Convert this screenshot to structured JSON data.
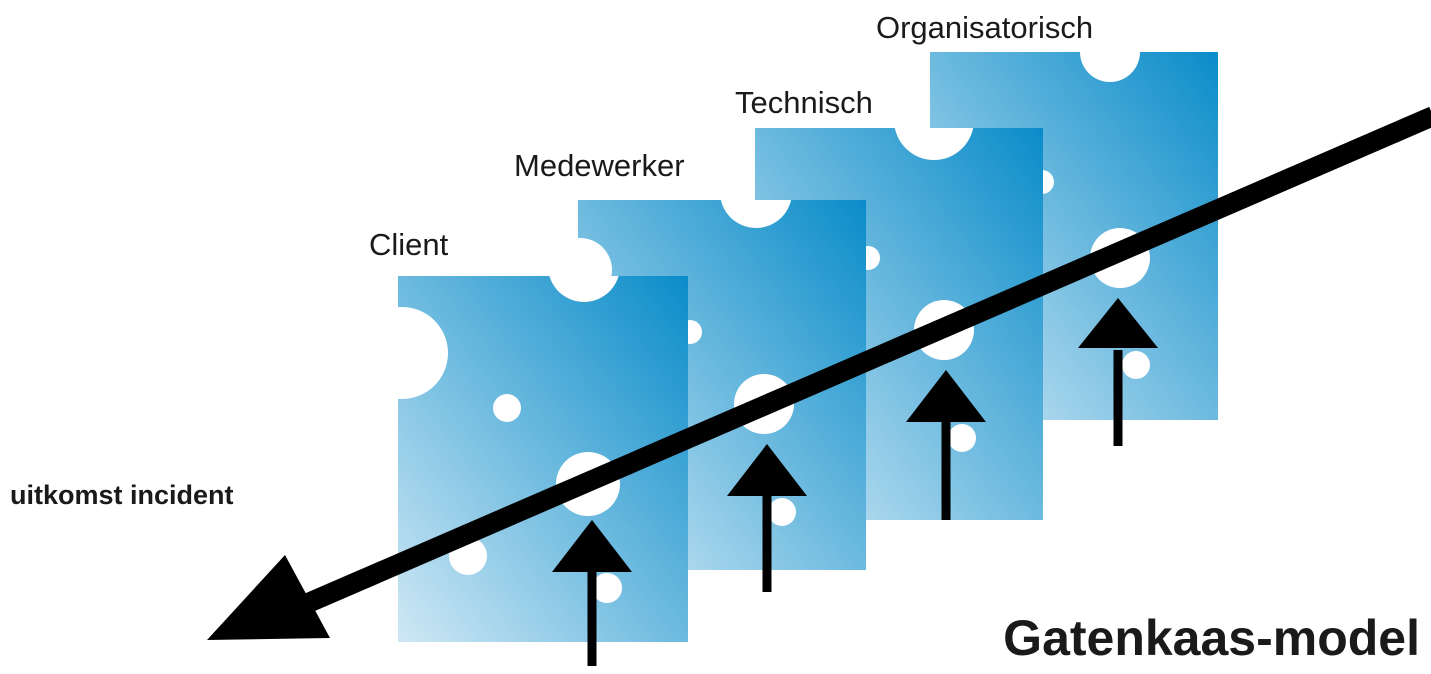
{
  "layers": [
    {
      "id": "client",
      "label": "Client"
    },
    {
      "id": "medewerker",
      "label": "Medewerker"
    },
    {
      "id": "technisch",
      "label": "Technisch"
    },
    {
      "id": "organisatorisch",
      "label": "Organisatorisch"
    }
  ],
  "outcome_label": "uitkomst incident",
  "title": "Gatenkaas-model",
  "colors": {
    "slice_dark": "#0a8cc9",
    "slice_light": "#cfe8f5",
    "hole": "#ffffff",
    "arrow": "#000000",
    "text": "#1a1a1a"
  }
}
